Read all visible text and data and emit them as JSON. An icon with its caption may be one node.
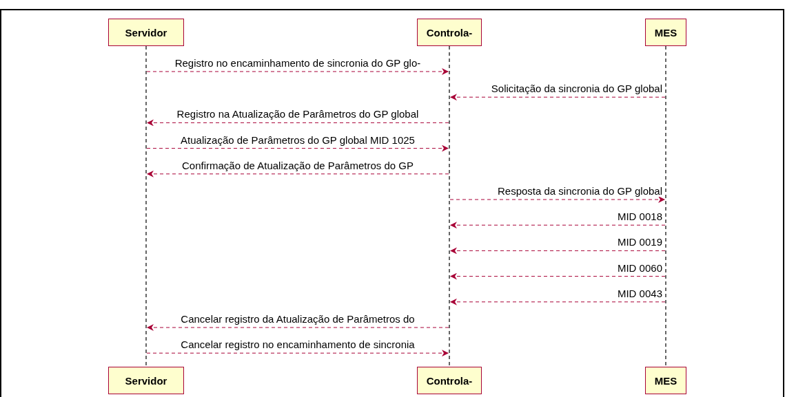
{
  "diagram": {
    "nodes": [
      {
        "text": [
          "Servidor"
        ]
      },
      {
        "text": [
          "Controla-"
        ]
      },
      {
        "text": [
          "MES"
        ]
      },
      {
        "text": [],
        "shape": "line"
      },
      {
        "text": [],
        "shape": "line"
      },
      {
        "text": [],
        "shape": "line"
      },
      {
        "text": [
          "Servidor"
        ]
      },
      {
        "text": [
          "Controla-"
        ]
      },
      {
        "text": [
          "MES"
        ]
      }
    ],
    "edges": [
      {
        "from": 3,
        "to": 4,
        "arrow": "to",
        "style": "dashed",
        "label": "Registro no encaminhamento de sincronia do GP glo-"
      },
      {
        "from": 5,
        "to": 4,
        "arrow": "to",
        "style": "dashed",
        "label": "Solicitação da sincronia do GP global"
      },
      {
        "from": 4,
        "to": 3,
        "arrow": "to",
        "style": "dashed",
        "label": "Registro na Atualização de Parâmetros do GP global"
      },
      {
        "from": 3,
        "to": 4,
        "arrow": "to",
        "style": "dashed",
        "label": "Atualização de Parâmetros do GP global MID 1025"
      },
      {
        "from": 4,
        "to": 3,
        "arrow": "to",
        "style": "dashed",
        "label": "Confirmação de Atualização de Parâmetros do GP"
      },
      {
        "from": 4,
        "to": 5,
        "arrow": "to",
        "style": "dashed",
        "label": "Resposta da sincronia do GP global"
      },
      {
        "from": 5,
        "to": 4,
        "arrow": "to",
        "style": "dashed",
        "label": "MID 0018"
      },
      {
        "from": 5,
        "to": 4,
        "arrow": "to",
        "style": "dashed",
        "label": "MID 0019"
      },
      {
        "from": 5,
        "to": 4,
        "arrow": "to",
        "style": "dashed",
        "label": "MID 0060"
      },
      {
        "from": 5,
        "to": 4,
        "arrow": "to",
        "style": "dashed",
        "label": "MID 0043"
      },
      {
        "from": 4,
        "to": 3,
        "arrow": "to",
        "style": "dashed",
        "label": "Cancelar registro da Atualização de Parâmetros do"
      },
      {
        "from": 3,
        "to": 4,
        "arrow": "to",
        "style": "dashed",
        "label": "Cancelar registro no encaminhamento de sincronia"
      }
    ]
  }
}
